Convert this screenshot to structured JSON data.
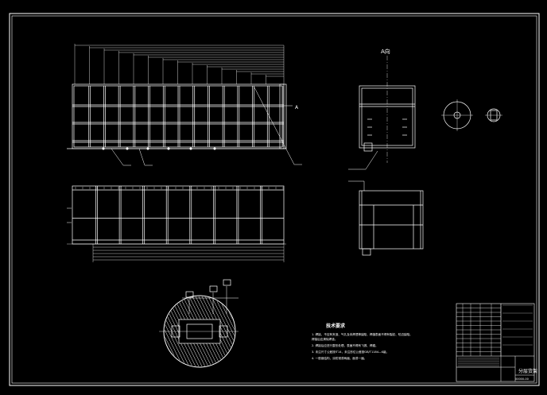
{
  "drawing": {
    "background": "#000000",
    "line_color": "#ffffff",
    "view_label_a": "A",
    "section_label": "A向",
    "tech_requirements": {
      "title": "技术要求",
      "lines": [
        "1. 焊接，不应有夹渣、气孔及未焊透等缺陷，焊缝表面不得有裂纹、咬边缺陷。",
        "   焊接后应清除焊渣。",
        "2. 焊接后应进行整形处理，表面不得有飞溅、焊瘤。",
        "3. 未注尺寸公差按IT14，未注形位公差按GB/T1184—K级。",
        "4. 一般钢结构，涂防锈漆两遍，面漆一遍。"
      ]
    },
    "title_block": {
      "title": "分层货架",
      "drawing_no": "00000-00"
    }
  }
}
